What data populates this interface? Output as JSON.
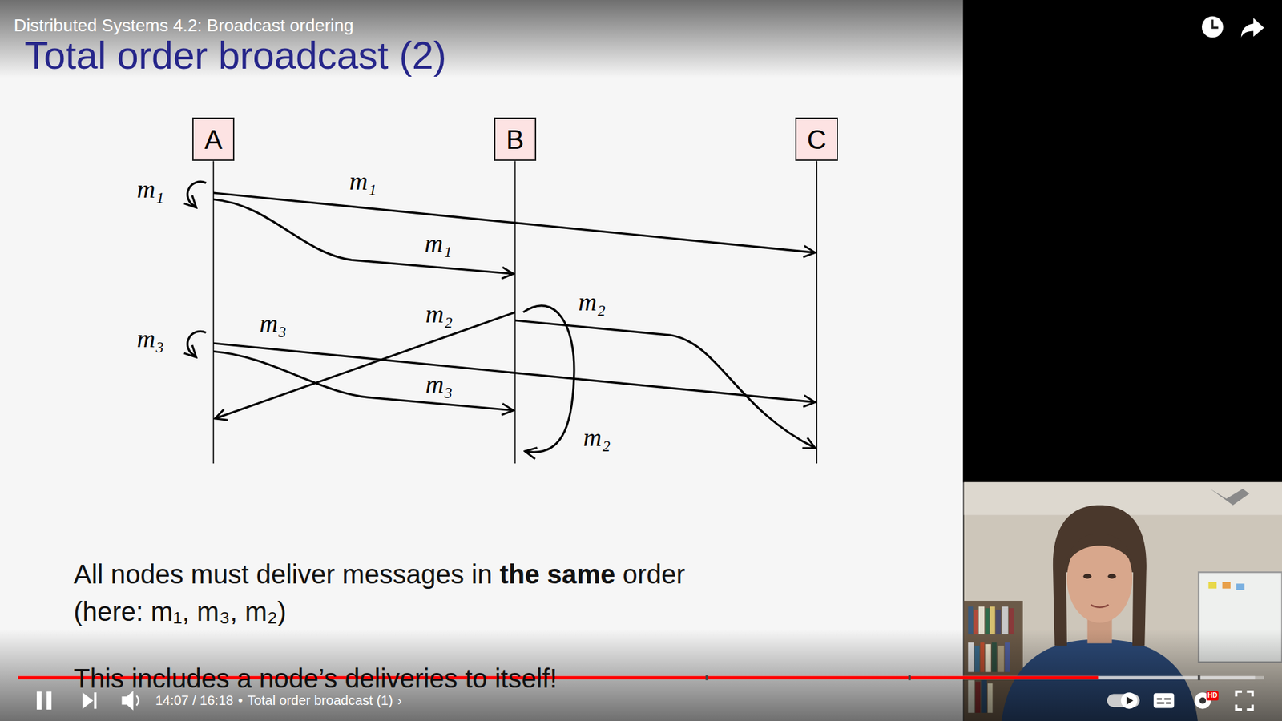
{
  "diagram": {
    "title": "Total order broadcast (2)",
    "nodes": [
      {
        "text": [
          "A"
        ]
      },
      {
        "text": [
          "B"
        ]
      },
      {
        "text": [
          "C"
        ]
      }
    ],
    "labels": [
      "Distributed Systems 4.2: Broadcast ordering",
      "m₁",
      "m₁",
      "m₁",
      "m₃",
      "m₃",
      "m₂",
      "m₂",
      "m₃",
      "m₂",
      "All nodes must deliver messages in",
      "the same",
      "order",
      "(here: m₁, m₃, m₂)",
      "This includes a node’s deliveries to itself!",
      "14:07 / 16:18",
      "•",
      "Total order broadcast (1)",
      "›",
      "HD"
    ]
  }
}
